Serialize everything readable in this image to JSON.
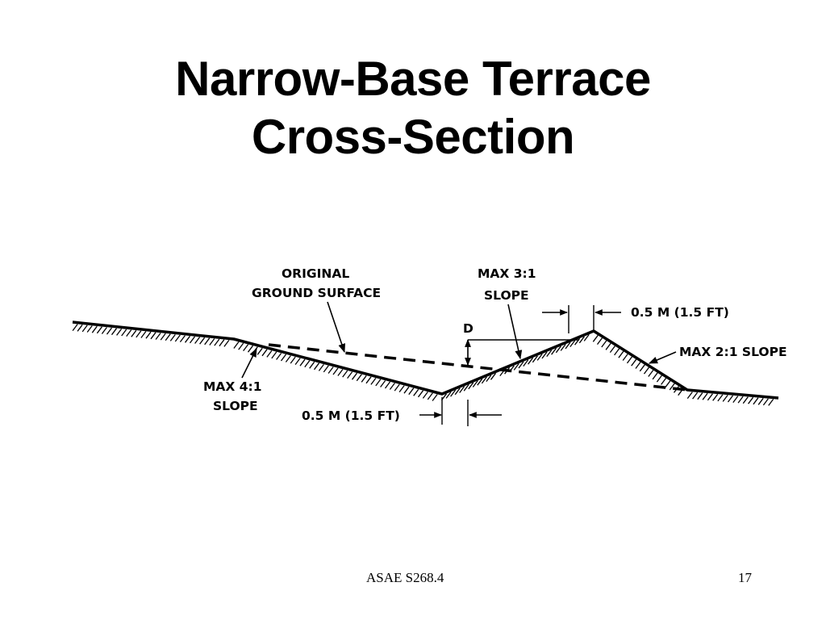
{
  "slide": {
    "title_line1": "Narrow-Base Terrace",
    "title_line2": "Cross-Section",
    "footer_source": "ASAE  S268.4",
    "page_number": "17"
  },
  "diagram": {
    "labels": {
      "original_line1": "ORIGINAL",
      "original_line2": "GROUND SURFACE",
      "max31_line1": "MAX 3:1",
      "max31_line2": "SLOPE",
      "d": "D",
      "ridge_width": "0.5 M (1.5 FT)",
      "max21": "MAX 2:1 SLOPE",
      "max41_line1": "MAX 4:1",
      "max41_line2": "SLOPE",
      "channel_width": "0.5 M (1.5 FT)"
    }
  }
}
